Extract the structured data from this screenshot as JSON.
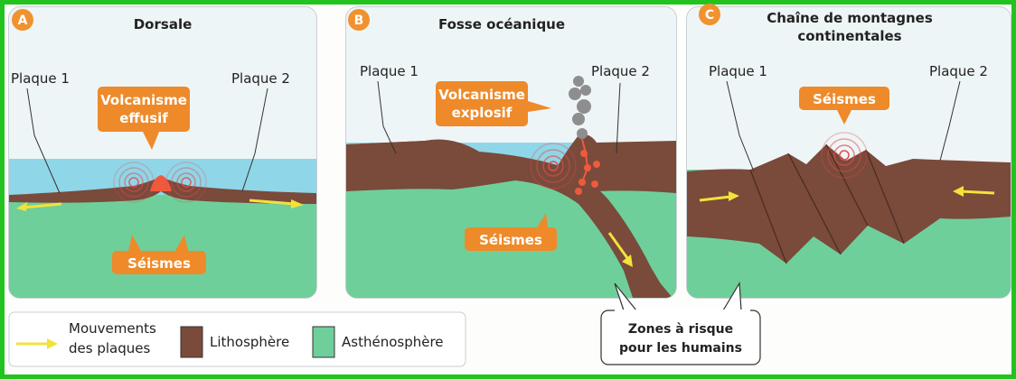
{
  "panels": [
    {
      "letter": "A",
      "title_lines": [
        "Dorsale"
      ],
      "plate_left": "Plaque 1",
      "plate_right": "Plaque 2",
      "volcanism": [
        "Volcanisme",
        "effusif"
      ],
      "seismes": "Séismes"
    },
    {
      "letter": "B",
      "title_lines": [
        "Fosse océanique"
      ],
      "plate_left": "Plaque 1",
      "plate_right": "Plaque 2",
      "volcanism": [
        "Volcanisme",
        "explosif"
      ],
      "seismes": "Séismes"
    },
    {
      "letter": "C",
      "title_lines": [
        "Chaîne de montagnes",
        "continentales"
      ],
      "plate_left": "Plaque 1",
      "plate_right": "Plaque 2",
      "seismes": "Séismes"
    }
  ],
  "legend": {
    "movement_lines": [
      "Mouvements",
      "des plaques"
    ],
    "lithosphere": "Lithosphère",
    "asthenosphere": "Asthénosphère"
  },
  "risk_zone": [
    "Zones à risque",
    "pour les humains"
  ],
  "colors": {
    "frame": "#22c31e",
    "badge": "#f0922e",
    "callout": "#ee8a2a",
    "lithosphere": "#7a4a3b",
    "asthenosphere": "#6fcf9a",
    "ocean": "#8fd6e8",
    "sky": "#eef6f8",
    "arrow": "#f2e23a"
  }
}
